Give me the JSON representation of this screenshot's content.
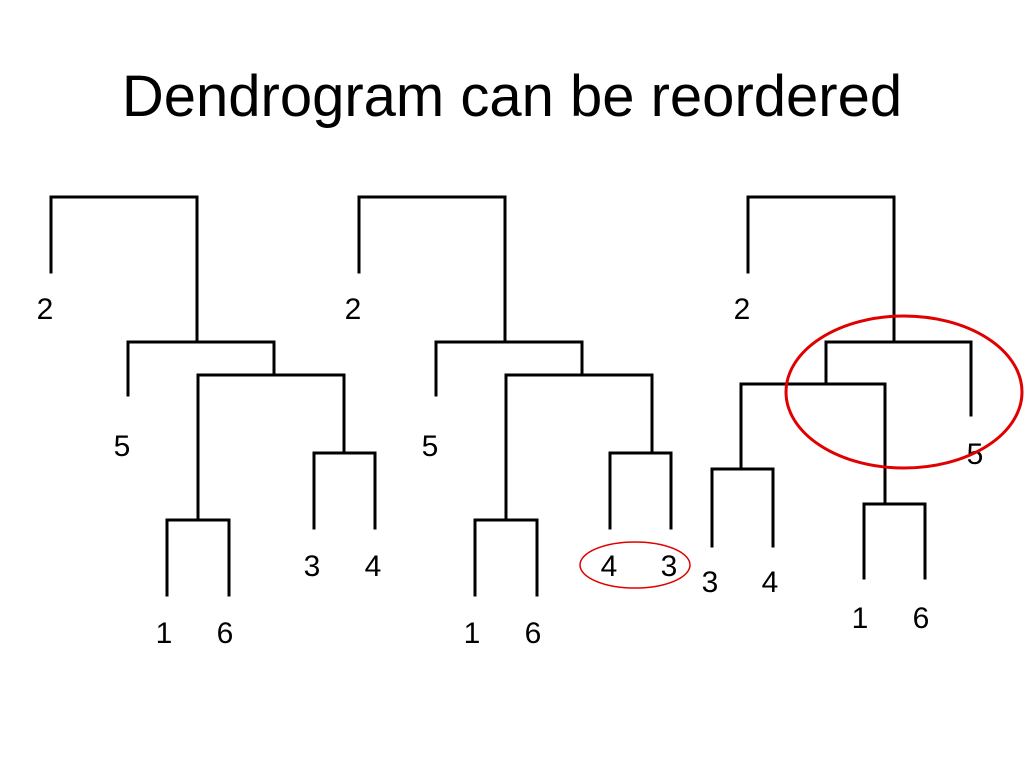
{
  "title": "Dendrogram can be reordered",
  "colors": {
    "line": "#000000",
    "highlight": "#e00000"
  },
  "dendrograms": [
    {
      "leaves": [
        "2",
        "5",
        "3",
        "4",
        "1",
        "6"
      ],
      "highlight": "none"
    },
    {
      "leaves": [
        "2",
        "5",
        "4",
        "3",
        "1",
        "6"
      ],
      "highlight": "leaf-pair-4-3"
    },
    {
      "leaves": [
        "2",
        "5",
        "3",
        "4",
        "1",
        "6"
      ],
      "highlight": "subtree-with-5"
    }
  ]
}
